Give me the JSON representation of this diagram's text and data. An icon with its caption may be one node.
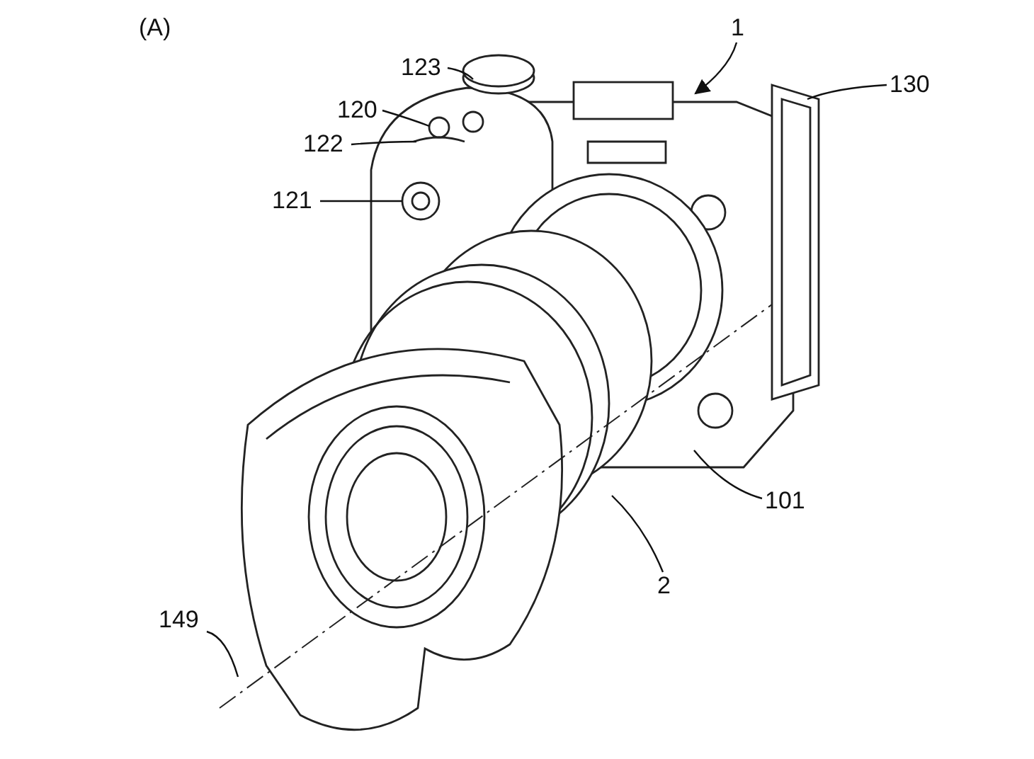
{
  "diagram": {
    "nodes": [
      {
        "text": [
          "1"
        ]
      },
      {
        "text": [
          "123"
        ]
      },
      {
        "text": [
          "130"
        ]
      },
      {
        "text": [
          "120"
        ]
      },
      {
        "text": [
          "122"
        ]
      },
      {
        "text": [
          "121"
        ]
      },
      {
        "text": [
          "101"
        ]
      },
      {
        "text": [
          "2"
        ]
      },
      {
        "text": [
          "149"
        ]
      }
    ],
    "edges": [
      {
        "from": 0,
        "to": null,
        "arrow": "to"
      },
      {
        "from": 1,
        "to": null,
        "arrow": "none"
      },
      {
        "from": 2,
        "to": null,
        "arrow": "none"
      },
      {
        "from": 3,
        "to": null,
        "arrow": "none"
      },
      {
        "from": 4,
        "to": null,
        "arrow": "none"
      },
      {
        "from": 5,
        "to": null,
        "arrow": "none"
      },
      {
        "from": 6,
        "to": null,
        "arrow": "none"
      },
      {
        "from": 7,
        "to": null,
        "arrow": "none"
      },
      {
        "from": 8,
        "to": null,
        "arrow": "none"
      }
    ],
    "labels": [
      "(A)"
    ]
  }
}
